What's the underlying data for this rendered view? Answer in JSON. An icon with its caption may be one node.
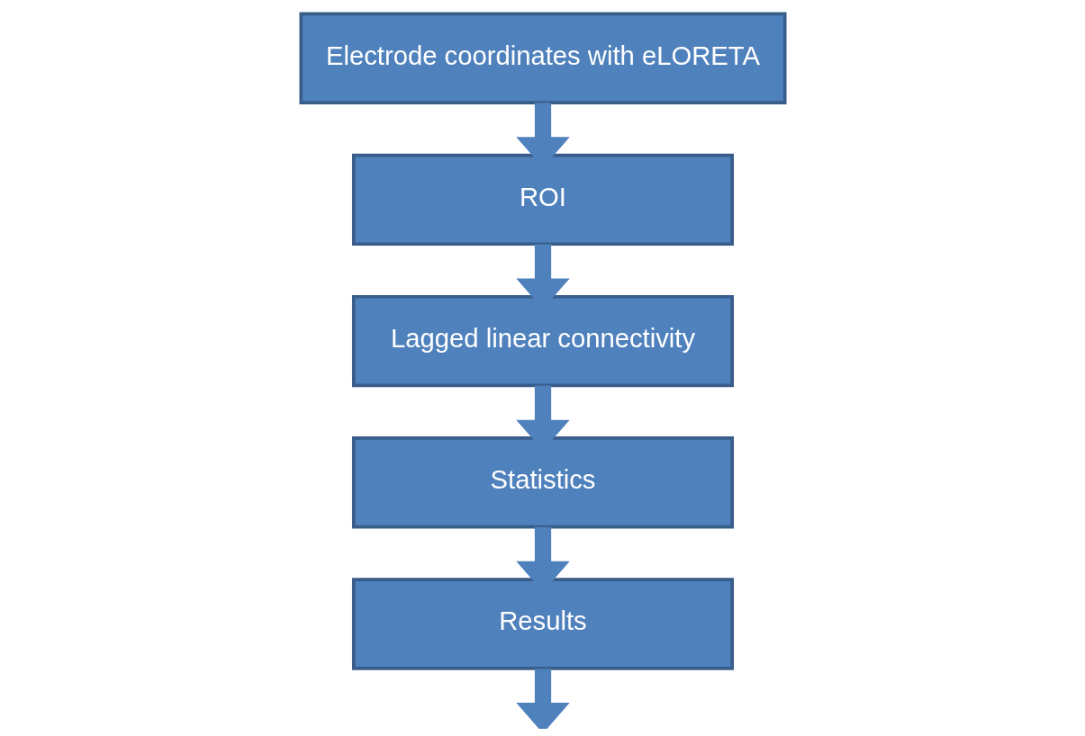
{
  "diagram": {
    "nodes": [
      {
        "text": [
          "Electrode coordinates with eLORETA"
        ]
      },
      {
        "text": [
          "ROI"
        ]
      },
      {
        "text": [
          "Lagged linear connectivity"
        ]
      },
      {
        "text": [
          "Statistics"
        ]
      },
      {
        "text": [
          "Results"
        ]
      }
    ],
    "edges": [
      {
        "from": 0,
        "to": 1,
        "arrow": "to"
      },
      {
        "from": 1,
        "to": 2,
        "arrow": "to"
      },
      {
        "from": 2,
        "to": 3,
        "arrow": "to"
      },
      {
        "from": 3,
        "to": 4,
        "arrow": "to"
      },
      {
        "from": 4,
        "to": null,
        "arrow": "to"
      }
    ]
  }
}
